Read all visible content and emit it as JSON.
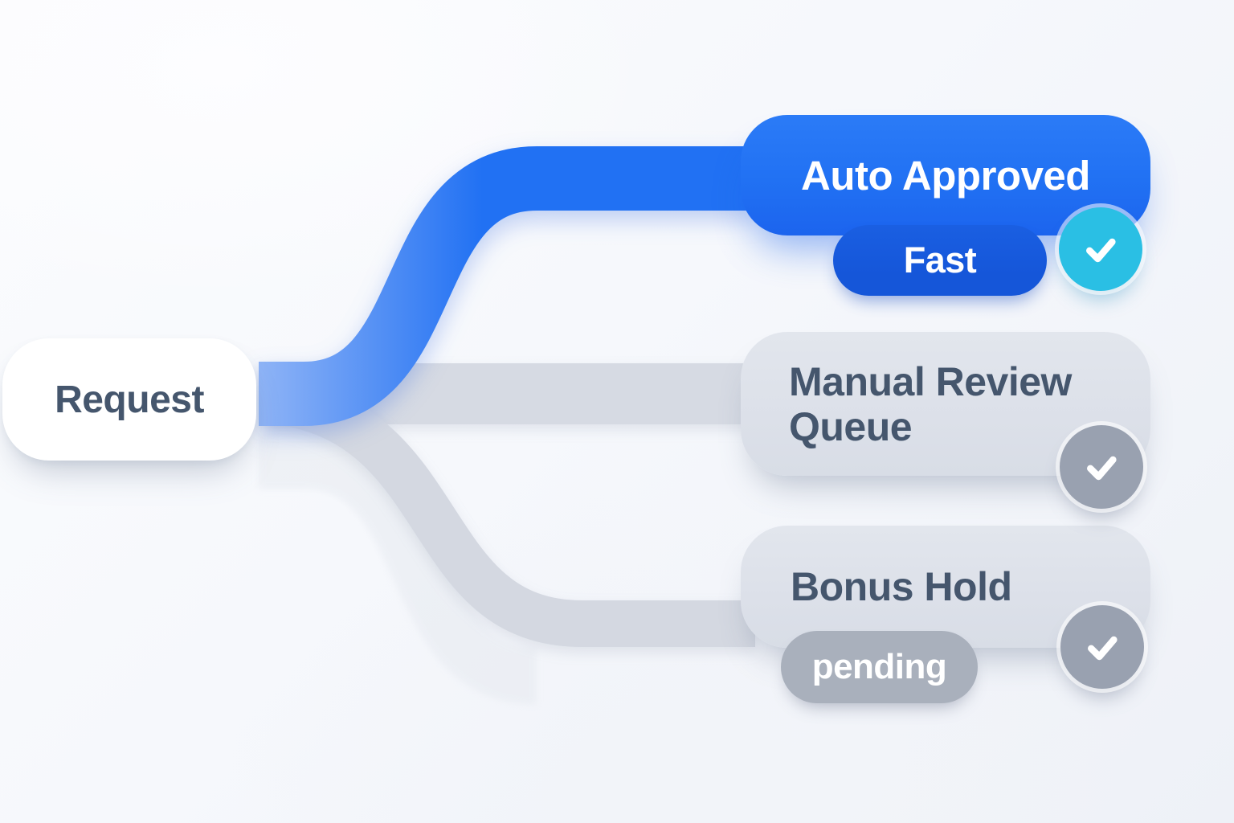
{
  "diagram": {
    "source_node": {
      "label": "Request"
    },
    "branches": [
      {
        "label": "Auto Approved",
        "badge": "Fast",
        "status_icon": "checkmark-icon"
      },
      {
        "label": "Manual Review Queue",
        "status_icon": "checkmark-icon"
      },
      {
        "label": "Bonus Hold",
        "badge": "pending",
        "status_icon": "checkmark-icon"
      }
    ]
  },
  "colors": {
    "primary_blue": "#2171f3",
    "deep_blue": "#1556d9",
    "connector_blue_light": "#8fb4f6",
    "cyan": "#2abfe4",
    "node_gray": "#dce0e9",
    "connector_gray": "#d6dae3",
    "connector_gray_2": "#d4d8e1",
    "circle_gray": "#99a1b0",
    "pending_gray": "#a9b0bc",
    "text_dark": "#45566d",
    "text_white": "#ffffff"
  }
}
